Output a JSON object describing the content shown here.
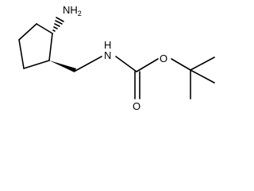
{
  "structure": {
    "atoms": {
      "amine_n": "NH",
      "amine_subscript": "2",
      "carbamate_n": "N",
      "carbamate_h": "H",
      "carbonyl_o": "O",
      "ester_o": "O"
    }
  }
}
